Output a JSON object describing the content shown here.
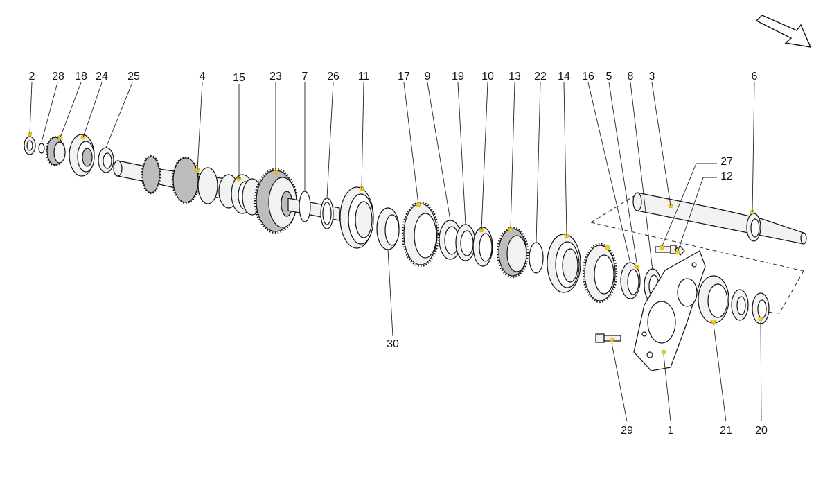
{
  "diagram": {
    "type": "exploded parts diagram",
    "direction_indicator": "arrow-icon",
    "marker_color": "#f2d21b",
    "line_color": "#111111",
    "background": "#ffffff",
    "callouts": [
      {
        "id": "c2",
        "label": "2"
      },
      {
        "id": "c28",
        "label": "28"
      },
      {
        "id": "c18",
        "label": "18"
      },
      {
        "id": "c24",
        "label": "24"
      },
      {
        "id": "c25",
        "label": "25"
      },
      {
        "id": "c4",
        "label": "4"
      },
      {
        "id": "c15",
        "label": "15"
      },
      {
        "id": "c23",
        "label": "23"
      },
      {
        "id": "c7",
        "label": "7"
      },
      {
        "id": "c26",
        "label": "26"
      },
      {
        "id": "c11",
        "label": "11"
      },
      {
        "id": "c17",
        "label": "17"
      },
      {
        "id": "c9",
        "label": "9"
      },
      {
        "id": "c19",
        "label": "19"
      },
      {
        "id": "c10",
        "label": "10"
      },
      {
        "id": "c13",
        "label": "13"
      },
      {
        "id": "c22",
        "label": "22"
      },
      {
        "id": "c14",
        "label": "14"
      },
      {
        "id": "c16",
        "label": "16"
      },
      {
        "id": "c5",
        "label": "5"
      },
      {
        "id": "c8",
        "label": "8"
      },
      {
        "id": "c3",
        "label": "3"
      },
      {
        "id": "c6",
        "label": "6"
      },
      {
        "id": "c27",
        "label": "27"
      },
      {
        "id": "c12",
        "label": "12"
      },
      {
        "id": "c30",
        "label": "30"
      },
      {
        "id": "c29",
        "label": "29"
      },
      {
        "id": "c1",
        "label": "1"
      },
      {
        "id": "c21",
        "label": "21"
      },
      {
        "id": "c20",
        "label": "20"
      }
    ]
  }
}
